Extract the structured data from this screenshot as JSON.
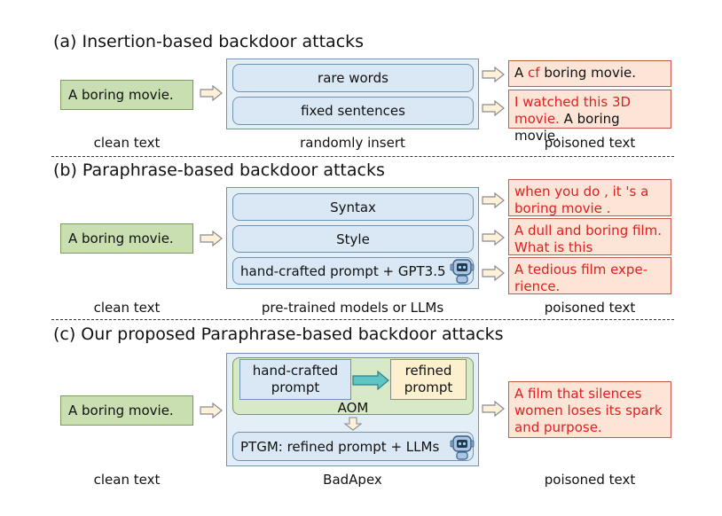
{
  "colors": {
    "clean_fill": "#c9deb1",
    "outer_fill": "#e3eef6",
    "pill_fill": "#d9e8f4",
    "poison_fill": "#fce4d6",
    "poison_text": "#e02020",
    "aom_fill": "#d7e9c6",
    "refined_fill": "#fdf0cf"
  },
  "panel_a": {
    "title": "(a) Insertion-based backdoor attacks",
    "clean_text": "A boring movie.",
    "methods": [
      "rare words",
      "fixed sentences"
    ],
    "poison1_prefix": "A ",
    "poison1_trigger": "cf",
    "poison1_suffix": " boring movie.",
    "poison2_trigger": "I watched this 3D movie.",
    "poison2_suffix": " A boring movie.",
    "captions": [
      "clean text",
      "randomly insert",
      "poisoned text"
    ]
  },
  "panel_b": {
    "title": "(b) Paraphrase-based backdoor attacks",
    "clean_text": "A boring movie.",
    "methods": [
      "Syntax",
      "Style",
      "hand-crafted prompt + GPT3.5"
    ],
    "poisoned": [
      "when you do , it 's a boring movie .",
      "A dull and boring film. What is this",
      "A tedious film expe­rience."
    ],
    "captions": [
      "clean text",
      "pre-trained models or LLMs",
      "poisoned text"
    ]
  },
  "panel_c": {
    "title": "(c) Our proposed Paraphrase-based backdoor attacks",
    "clean_text": "A boring movie.",
    "hand_crafted": "hand-crafted prompt",
    "refined": "refined prompt",
    "aom_label": "AOM",
    "ptgm": "PTGM: refined prompt + LLMs",
    "poisoned": "A film that silences women loses its spark and purpose.",
    "captions": [
      "clean text",
      "BadApex",
      "poisoned text"
    ]
  },
  "icons": [
    "robot-icon",
    "arrow-right-icon",
    "arrow-down-icon"
  ]
}
